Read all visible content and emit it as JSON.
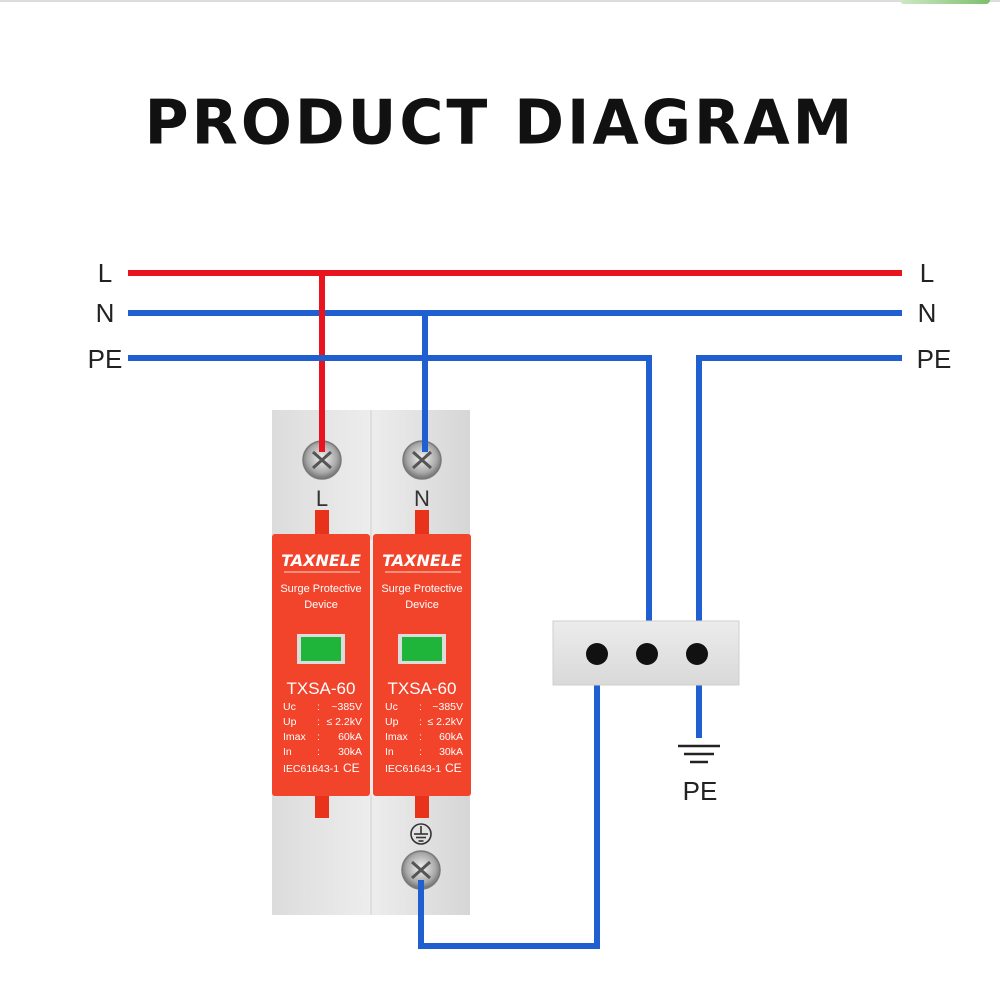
{
  "title": "PRODUCT  DIAGRAM",
  "colors": {
    "line_L": "#e8141e",
    "line_N": "#1f5fcf",
    "line_PE": "#1f5fcf",
    "device_body": "#f2432b",
    "device_housing": "#e6e6e6",
    "indicator": "#1fb53a"
  },
  "bus_labels": {
    "left": [
      "L",
      "N",
      "PE"
    ],
    "right": [
      "L",
      "N",
      "PE"
    ]
  },
  "device": {
    "terminal_labels": [
      "L",
      "N"
    ],
    "modules": [
      {
        "brand": "TAXNELE",
        "desc_line1": "Surge Protective",
        "desc_line2": "Device",
        "model": "TXSA-60",
        "specs": [
          {
            "key": "Uc",
            "sep": ":",
            "value": "~385V"
          },
          {
            "key": "Up",
            "sep": ":",
            "value": "≤ 2.2kV"
          },
          {
            "key": "Imax",
            "sep": ":",
            "value": "60kA"
          },
          {
            "key": "In",
            "sep": ":",
            "value": "30kA"
          }
        ],
        "standard": "IEC61643-1",
        "mark": "CE"
      },
      {
        "brand": "TAXNELE",
        "desc_line1": "Surge Protective",
        "desc_line2": "Device",
        "model": "TXSA-60",
        "specs": [
          {
            "key": "Uc",
            "sep": ":",
            "value": "~385V"
          },
          {
            "key": "Up",
            "sep": ":",
            "value": "≤ 2.2kV"
          },
          {
            "key": "Imax",
            "sep": ":",
            "value": "60kA"
          },
          {
            "key": "In",
            "sep": ":",
            "value": "30kA"
          }
        ],
        "standard": "IEC61643-1",
        "mark": "CE"
      }
    ]
  },
  "ground_label": "PE"
}
